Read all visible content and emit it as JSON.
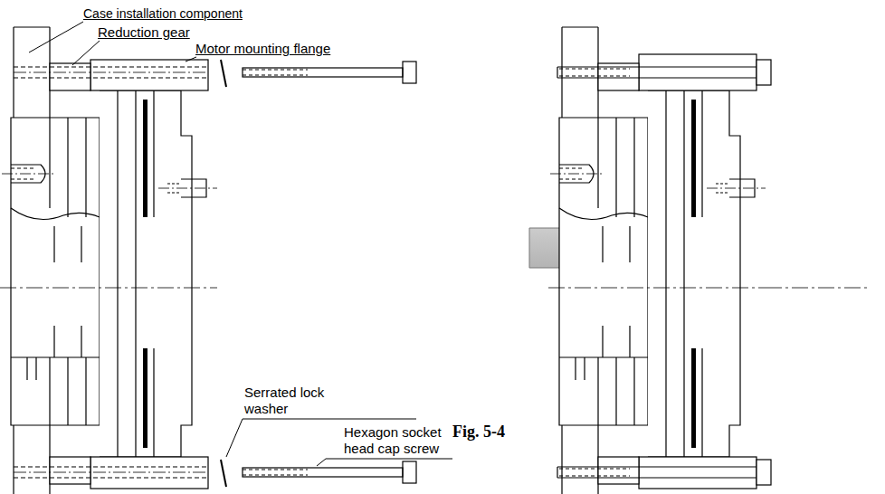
{
  "diagram": {
    "caption": "Fig. 5-4",
    "labels": [
      "Case installation component",
      "Reduction gear",
      "Motor mounting flange",
      "Serrated lock washer",
      "Hexagon socket head cap screw"
    ]
  }
}
